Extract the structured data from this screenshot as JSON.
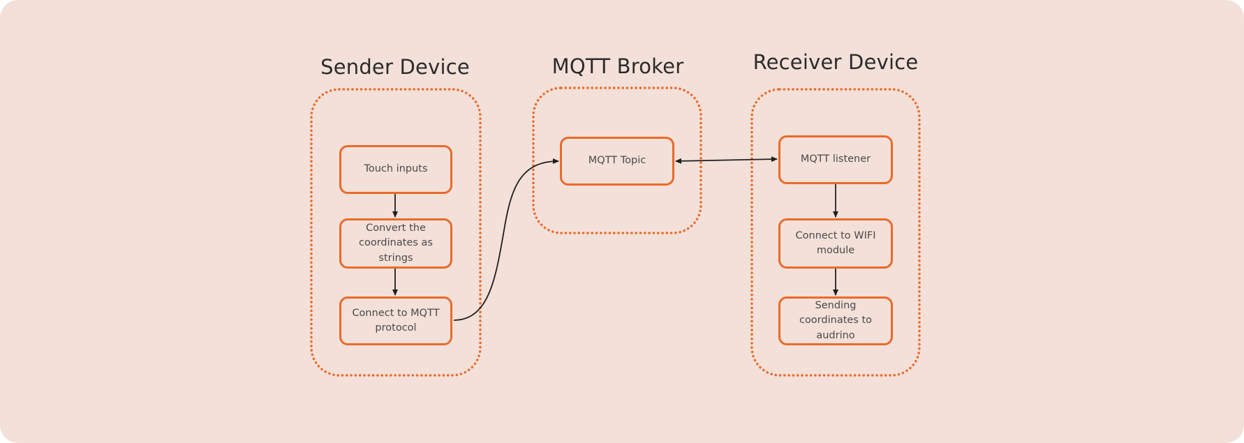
{
  "colors": {
    "background": "#f3e0d8",
    "accent": "#ea6a2a",
    "group_border": "#ea6a2a",
    "arrow": "#1e1e1e",
    "title_text": "#2b2b2b",
    "node_text": "#4a4a4a"
  },
  "groups": [
    {
      "id": "sender",
      "title": "Sender Device",
      "nodes": [
        {
          "id": "touch_inputs",
          "label": "Touch inputs"
        },
        {
          "id": "convert_coords",
          "label": "Convert the coordinates as strings"
        },
        {
          "id": "connect_mqtt",
          "label": "Connect to MQTT protocol"
        }
      ]
    },
    {
      "id": "broker",
      "title": "MQTT Broker",
      "nodes": [
        {
          "id": "mqtt_topic",
          "label": "MQTT Topic"
        }
      ]
    },
    {
      "id": "receiver",
      "title": "Receiver Device",
      "nodes": [
        {
          "id": "mqtt_listener",
          "label": "MQTT listener"
        },
        {
          "id": "connect_wifi",
          "label": "Connect to WIFI module"
        },
        {
          "id": "sending_coords",
          "label": "Sending coordinates to audrino"
        }
      ]
    }
  ],
  "edges": [
    {
      "from": "touch_inputs",
      "to": "convert_coords",
      "type": "directed"
    },
    {
      "from": "convert_coords",
      "to": "connect_mqtt",
      "type": "directed"
    },
    {
      "from": "connect_mqtt",
      "to": "mqtt_topic",
      "type": "directed-curved"
    },
    {
      "from": "mqtt_topic",
      "to": "mqtt_listener",
      "type": "bidirectional"
    },
    {
      "from": "mqtt_listener",
      "to": "connect_wifi",
      "type": "directed"
    },
    {
      "from": "connect_wifi",
      "to": "sending_coords",
      "type": "directed"
    }
  ]
}
